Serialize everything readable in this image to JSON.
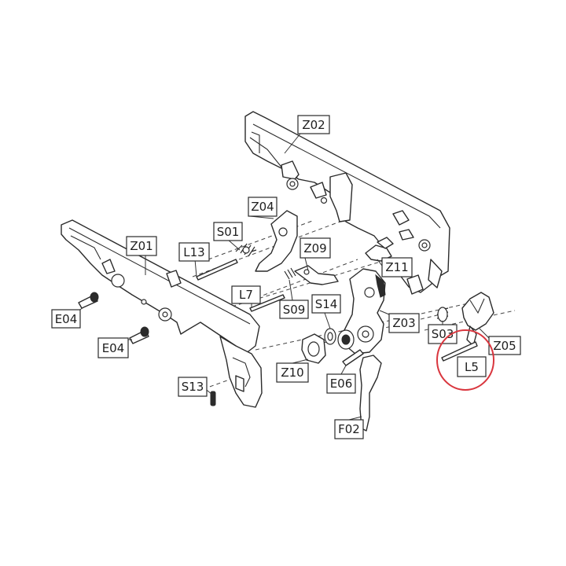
{
  "diagram": {
    "part_labels": {
      "Z02": "Z02",
      "Z04": "Z04",
      "S01": "S01",
      "Z01": "Z01",
      "L13": "L13",
      "Z09": "Z09",
      "Z11": "Z11",
      "L7": "L7",
      "S14": "S14",
      "S09": "S09",
      "Z03": "Z03",
      "E04_top": "E04",
      "E04_bottom": "E04",
      "S03": "S03",
      "Z05": "Z05",
      "L5": "L5",
      "Z10": "Z10",
      "E06": "E06",
      "S13": "S13",
      "F02": "F02"
    },
    "highlight_color": "#d9363e"
  }
}
